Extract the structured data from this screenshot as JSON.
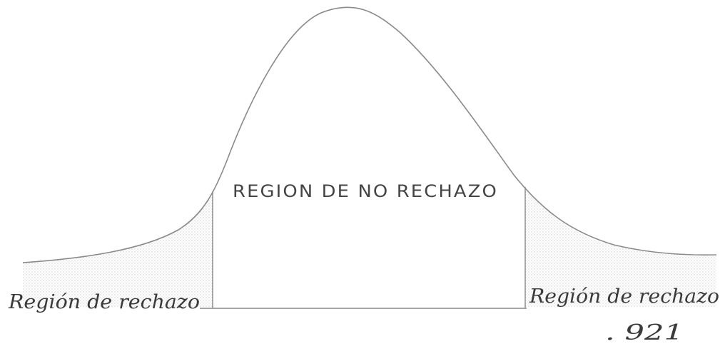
{
  "diagram": {
    "labels": {
      "center": "REGION DE NO RECHAZO",
      "left": "Región de rechazo",
      "right": "Región de rechazo",
      "note": ". 921"
    },
    "colors": {
      "stroke": "#8a8a8a",
      "text": "#3a3a3a",
      "shading": "#b8b8b8",
      "background": "#ffffff"
    }
  }
}
